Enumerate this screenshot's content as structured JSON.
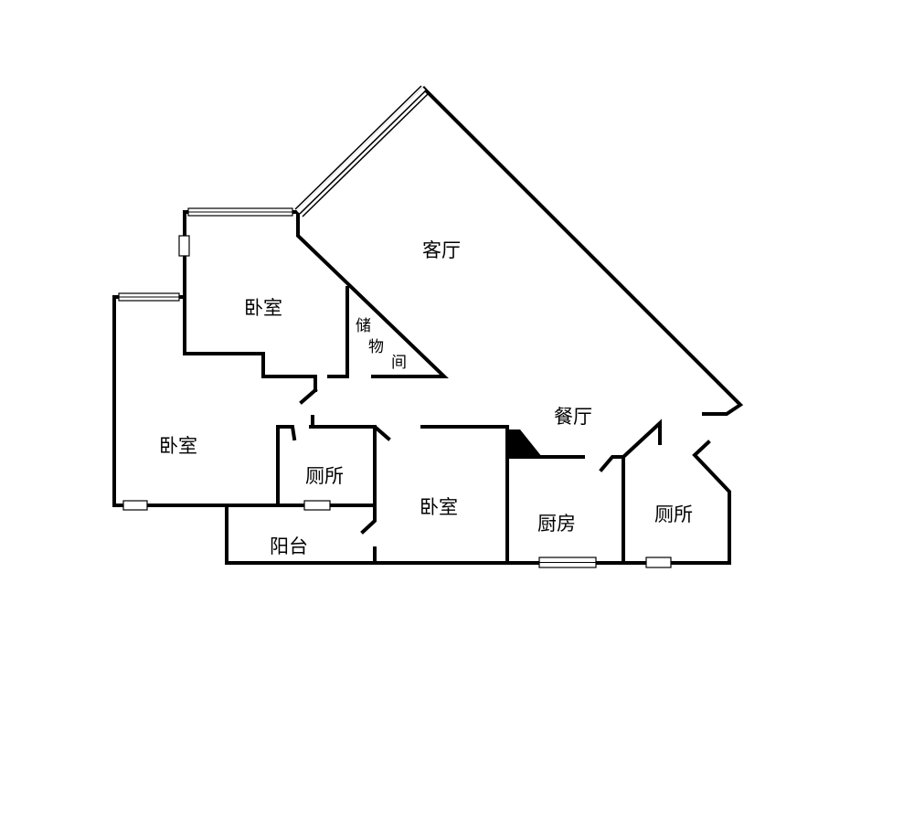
{
  "rooms": {
    "living_room": "客厅",
    "bedroom_top": "卧室",
    "storage_char1": "储",
    "storage_char2": "物",
    "storage_char3": "间",
    "bedroom_left": "卧室",
    "dining_room": "餐厅",
    "toilet_middle": "厕所",
    "bedroom_center": "卧室",
    "kitchen": "厨房",
    "toilet_right": "厕所",
    "balcony": "阳台"
  }
}
